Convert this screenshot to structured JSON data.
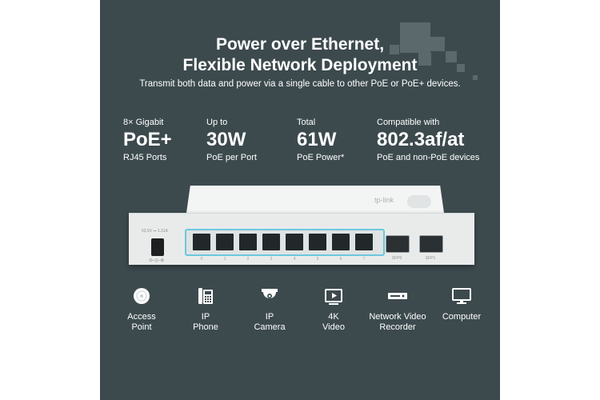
{
  "headline": {
    "line1": "Power over Ethernet,",
    "line2": "Flexible Network Deployment",
    "subtitle": "Transmit both data and power via a single cable to other PoE or PoE+ devices."
  },
  "specs": [
    {
      "line1": "8× Gigabit",
      "big": "PoE+",
      "line3": "RJ45 Ports"
    },
    {
      "line1": "Up to",
      "big": "30W",
      "line3": "PoE per Port"
    },
    {
      "line1": "Total",
      "big": "61W",
      "line3": "PoE Power*"
    },
    {
      "line1": "Compatible with",
      "big": "802.3af/at",
      "line3": "PoE and non-PoE devices"
    }
  ],
  "switch": {
    "brand": "tp-link",
    "power_label": "53.5V ⎓ 1.31A",
    "port_numbers": [
      "0",
      "1",
      "2",
      "3",
      "4",
      "5",
      "6",
      "7"
    ],
    "sfp_labels": [
      "SFP0",
      "SFP1"
    ]
  },
  "devices": [
    {
      "label": "Access\nPoint",
      "icon": "access-point-icon"
    },
    {
      "label": "IP\nPhone",
      "icon": "ip-phone-icon"
    },
    {
      "label": "IP\nCamera",
      "icon": "ip-camera-icon"
    },
    {
      "label": "4K\nVideo",
      "icon": "video-player-icon"
    },
    {
      "label": "Network Video\nRecorder",
      "icon": "video-recorder-icon"
    },
    {
      "label": "Computer",
      "icon": "monitor-icon"
    }
  ],
  "colors": {
    "panel": "#3c4a4e",
    "port_highlight": "#6cc7de",
    "text": "#ffffff"
  }
}
